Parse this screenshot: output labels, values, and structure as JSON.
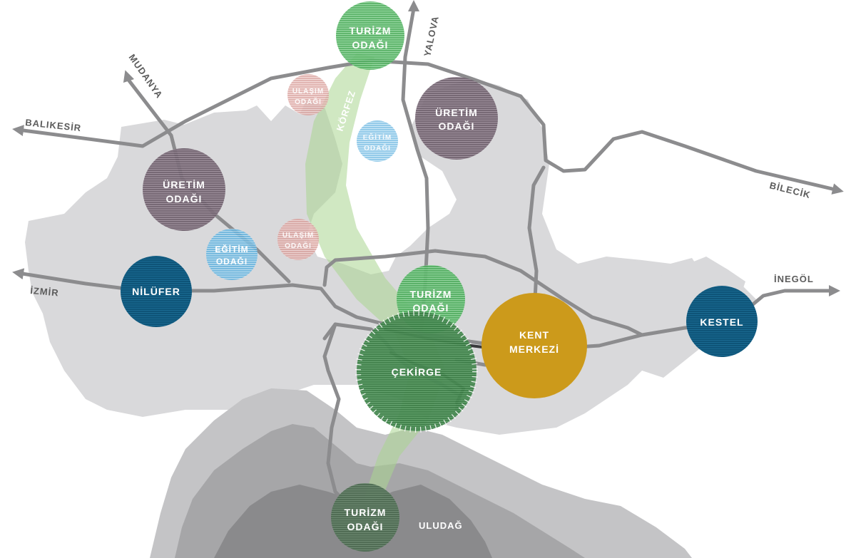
{
  "destinations": {
    "balikesir": "BALIKESİR",
    "mudanya": "MUDANYA",
    "yalova": "YALOVA",
    "bilecik": "BİLECİK",
    "izmir": "İZMİR",
    "inegol": "İNEGÖL"
  },
  "corridor": {
    "label": "KÖRFEZ"
  },
  "mountain": {
    "label": "ULUDAĞ"
  },
  "hubs": {
    "turizm_north": {
      "line1": "TURİZM",
      "line2": "ODAĞI"
    },
    "ulasim_north": {
      "line1": "ULAŞIM",
      "line2": "ODAĞI"
    },
    "uretim_northeast": {
      "line1": "ÜRETİM",
      "line2": "ODAĞI"
    },
    "egitim_north": {
      "line1": "EĞİTİM",
      "line2": "ODAĞI"
    },
    "uretim_west": {
      "line1": "ÜRETİM",
      "line2": "ODAĞI"
    },
    "egitim_west": {
      "line1": "EĞİTİM",
      "line2": "ODAĞI"
    },
    "ulasim_west": {
      "line1": "ULAŞIM",
      "line2": "ODAĞI"
    },
    "nilufer": {
      "line1": "NİLÜFER"
    },
    "turizm_center": {
      "line1": "TURİZM",
      "line2": "ODAĞI"
    },
    "cekirge": {
      "line1": "ÇEKİRGE"
    },
    "kent_merkezi": {
      "line1": "KENT",
      "line2": "MERKEZİ"
    },
    "kestel": {
      "line1": "KESTEL"
    },
    "turizm_south": {
      "line1": "TURİZM",
      "line2": "ODAĞI"
    }
  },
  "colors": {
    "urban": "#d9d9db",
    "road": "#8c8c8e",
    "tourism": "#5bb86a",
    "production": "#7a6a78",
    "transport": "#d69a96",
    "education": "#6fb7e0",
    "nilufer": "#0f5a7e",
    "kent_merkezi": "#cc9a1b",
    "kestel": "#0f5a7e",
    "cekirge": "#3f7a47"
  }
}
